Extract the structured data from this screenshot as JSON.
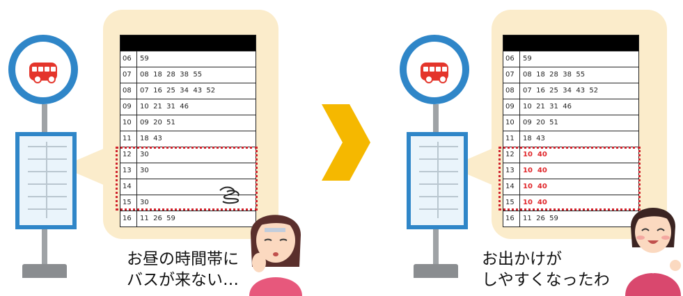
{
  "left": {
    "rows": [
      {
        "hour": "06",
        "mins": "59",
        "red": false
      },
      {
        "hour": "07",
        "mins": "08  18  28  38  55",
        "red": false
      },
      {
        "hour": "08",
        "mins": "07  16  25  34  43  52",
        "red": false
      },
      {
        "hour": "09",
        "mins": "10  21  31  46",
        "red": false
      },
      {
        "hour": "10",
        "mins": "09  20  51",
        "red": false
      },
      {
        "hour": "11",
        "mins": "18  43",
        "red": false
      },
      {
        "hour": "12",
        "mins": "30",
        "red": false
      },
      {
        "hour": "13",
        "mins": "30",
        "red": false
      },
      {
        "hour": "14",
        "mins": "",
        "red": false
      },
      {
        "hour": "15",
        "mins": "30",
        "red": false
      },
      {
        "hour": "16",
        "mins": "11  26  59",
        "red": false
      }
    ],
    "caption_line1": "お昼の時間帯に",
    "caption_line2": "バスが来ない…"
  },
  "right": {
    "rows": [
      {
        "hour": "06",
        "mins": "59",
        "red": false
      },
      {
        "hour": "07",
        "mins": "08  18  28  38  55",
        "red": false
      },
      {
        "hour": "08",
        "mins": "07  16  25  34  43  52",
        "red": false
      },
      {
        "hour": "09",
        "mins": "10  21  31  46",
        "red": false
      },
      {
        "hour": "10",
        "mins": "09  20  51",
        "red": false
      },
      {
        "hour": "11",
        "mins": "18  43",
        "red": false
      },
      {
        "hour": "12",
        "mins": "10  40",
        "red": true
      },
      {
        "hour": "13",
        "mins": "10  40",
        "red": true
      },
      {
        "hour": "14",
        "mins": "10  40",
        "red": true
      },
      {
        "hour": "15",
        "mins": "10  40",
        "red": true
      },
      {
        "hour": "16",
        "mins": "11  26  59",
        "red": false
      }
    ],
    "caption_line1": "お出かけが",
    "caption_line2": "しやすくなったわ"
  },
  "colors": {
    "sign_blue": "#2f86c8",
    "bus_red": "#e4352b",
    "bubble": "#fbeccb",
    "arrow": "#f5b800",
    "highlight_red": "#e0262a"
  },
  "icons": {
    "bus": "bus-icon",
    "arrow": "arrow-right-icon"
  }
}
